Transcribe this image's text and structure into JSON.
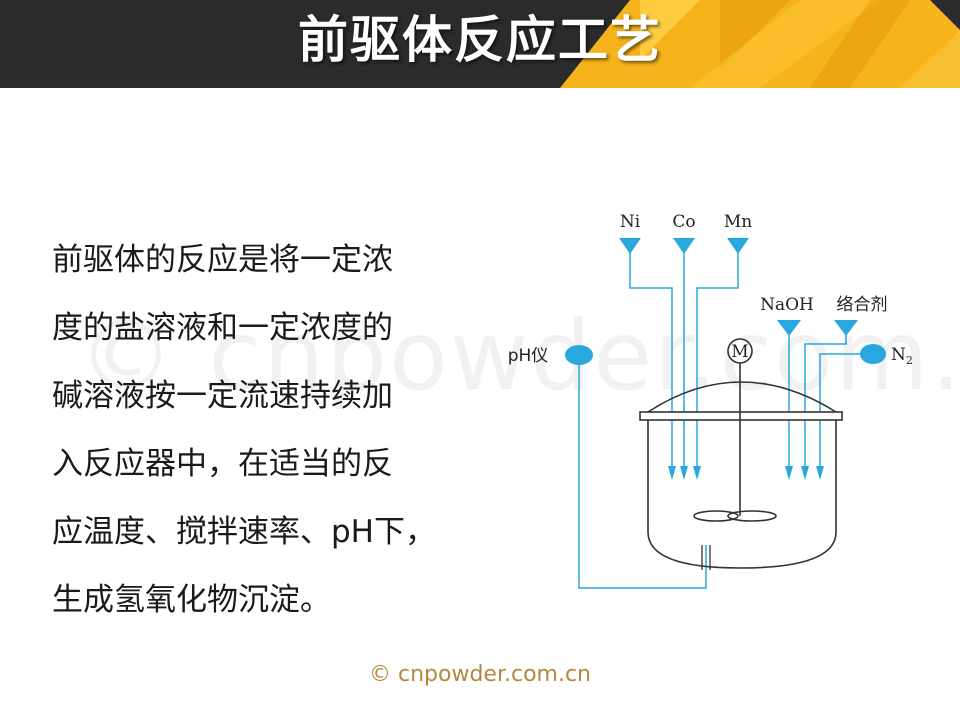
{
  "header": {
    "title": "前驱体反应工艺",
    "background_color": "#2a2b2d",
    "accent_color": "#f5b31c"
  },
  "body_text": {
    "lines": [
      "前驱体的反应是将一定浓",
      "度的盐溶液和一定浓度的",
      "碱溶液按一定流速持续加",
      "入反应器中，在适当的反",
      "应温度、搅拌速率、pH下，",
      "生成氢氧化物沉淀。"
    ]
  },
  "diagram": {
    "feed_labels": [
      "Ni",
      "Co",
      "Mn"
    ],
    "base_labels": [
      "NaOH",
      "络合剂"
    ],
    "motor_label": "M",
    "ph_label": "pH仪",
    "gas_label": "N",
    "gas_subscript": "2",
    "line_color": "#29a8e0"
  },
  "watermark": {
    "text": "© cnpowder.com.cn",
    "color": "#b5873f"
  }
}
